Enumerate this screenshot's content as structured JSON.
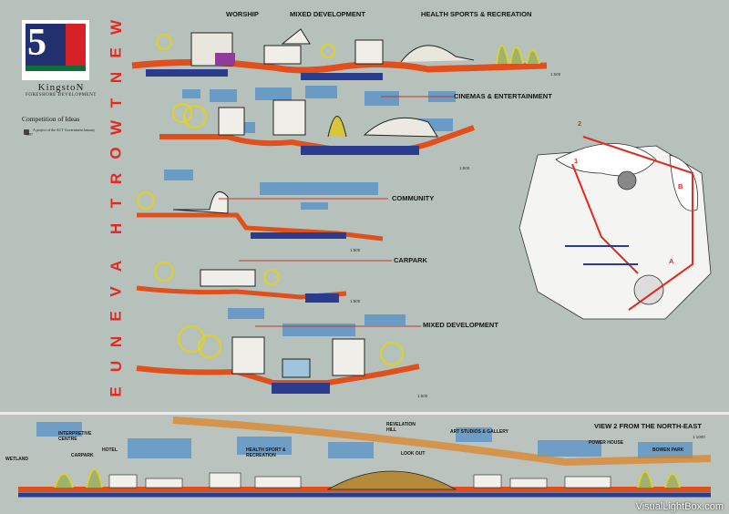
{
  "logo": {
    "number": "5",
    "name": "KingstoN",
    "subtitle": "FORESHORE DEVELOPMENT",
    "competition": "Competition of Ideas",
    "note": "A project of the ACT Government January 1997"
  },
  "vertical_title": "WENTWORTH AVENUE",
  "labels": {
    "worship": "WORSHIP",
    "mixed1": "MIXED DEVELOPMENT",
    "health": "HEALTH SPORTS & RECREATION",
    "cinemas": "CINEMAS & ENTERTAINMENT",
    "community": "COMMUNITY",
    "carpark": "CARPARK",
    "mixed2": "MIXED DEVELOPMENT"
  },
  "scales": {
    "s1": "1:500",
    "s2": "1:500",
    "s3": "1:500",
    "s4": "1:500",
    "s5": "1:500",
    "s6": "1:1000"
  },
  "map_markers": {
    "m1": "1",
    "m2": "2",
    "mA": "A",
    "mB": "B"
  },
  "panorama": {
    "title": "VIEW 2 FROM THE NORTH-EAST",
    "labels": {
      "wetland": "WETLAND",
      "interp": "INTERPRETIVE CENTRE",
      "carpark": "CARPARK",
      "hotel": "HOTEL",
      "health": "HEALTH SPORT & RECREATION",
      "revelation": "REVELATION HILL",
      "lookout": "LOOK OUT",
      "art": "ART STUDIOS & GALLERY",
      "power": "POWER HOUSE",
      "bowen": "BOWEN PARK"
    }
  },
  "watermark": "VisualLightBox.com"
}
